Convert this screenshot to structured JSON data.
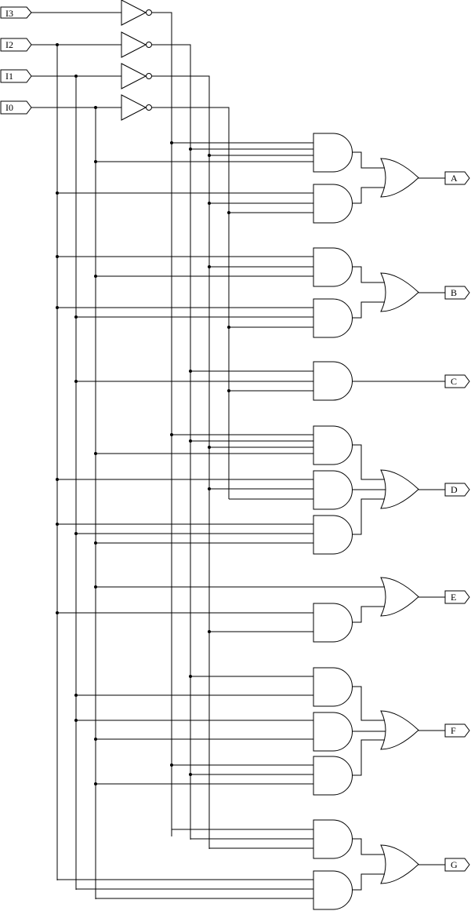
{
  "inputs": [
    "I3",
    "I2",
    "I1",
    "I0"
  ],
  "outputs": [
    "A",
    "B",
    "C",
    "D",
    "E",
    "F",
    "G"
  ]
}
